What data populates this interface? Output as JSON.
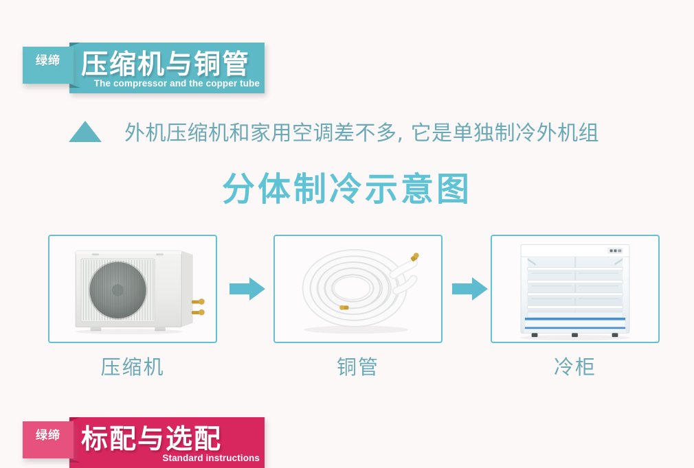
{
  "page": {
    "background_color": "#fdf8f8",
    "accent_teal": "#5cb9c5",
    "accent_cyan": "#5fc3d6",
    "accent_pink": "#d8265f",
    "text_teal": "#6ba9b6"
  },
  "top_banner": {
    "tab_label": "绿缔",
    "title": "压缩机与铜管",
    "subtitle": "The compressor and the copper tube"
  },
  "bullet_heading": {
    "marker": "triangle-up-icon",
    "text": "外机压缩机和家用空调差不多, 它是单独制冷外机组"
  },
  "section_title": "分体制冷示意图",
  "diagram": {
    "cards": [
      {
        "image_name": "outdoor-condenser-unit-photo",
        "caption": "压缩机"
      },
      {
        "image_name": "coiled-copper-tube-photo",
        "caption": "铜管"
      },
      {
        "image_name": "open-display-refrigerator-photo",
        "caption": "冷柜"
      }
    ],
    "arrows": [
      {
        "icon": "arrow-right-icon"
      },
      {
        "icon": "arrow-right-icon"
      }
    ]
  },
  "bottom_banner": {
    "tab_label": "绿缔",
    "title": "标配与选配",
    "subtitle": "Standard instructions"
  }
}
